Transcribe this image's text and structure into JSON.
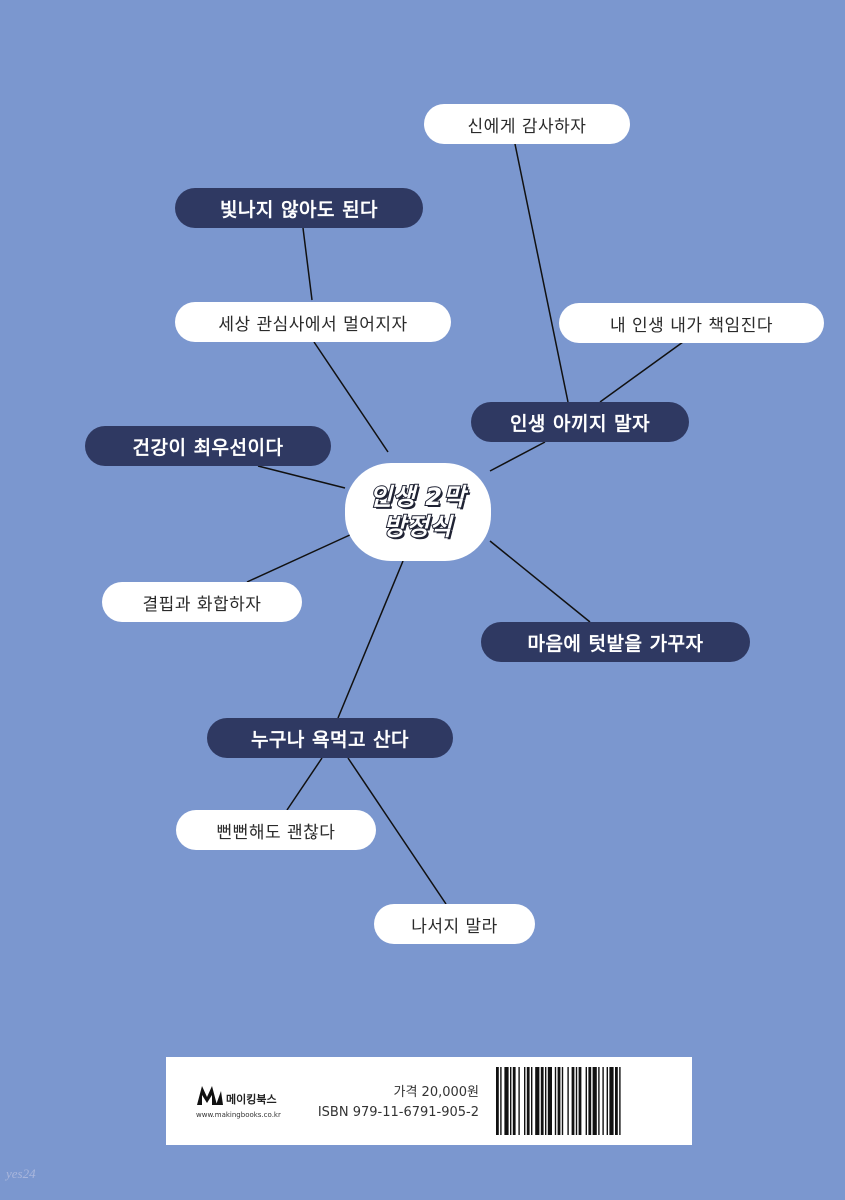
{
  "center": {
    "line1": "인생 2막",
    "line2": "방정식"
  },
  "nodes": {
    "thank_god": "신에게 감사하자",
    "no_shine": "빛나지 않아도 된다",
    "away_from_world": "세상 관심사에서 멀어지자",
    "own_my_life": "내 인생 내가 책임진다",
    "dont_spare_life": "인생 아끼지 말자",
    "health_first": "건강이 최우선이다",
    "embrace_flaws": "결핍과 화합하자",
    "heart_garden": "마음에 텃밭을 가꾸자",
    "everyone_cursed": "누구나 욕먹고 산다",
    "brazen_ok": "뻔뻔해도 괜찮다",
    "dont_step_forward": "나서지 말라"
  },
  "footer": {
    "publisher_name": "메이킹북스",
    "publisher_url": "www.makingbooks.co.kr",
    "price": "가격 20,000원",
    "isbn": "ISBN 979-11-6791-905-2"
  },
  "watermark": "yes24",
  "colors": {
    "background": "#7b97cf",
    "dark_pill": "#2f3962",
    "light_pill": "#ffffff"
  }
}
